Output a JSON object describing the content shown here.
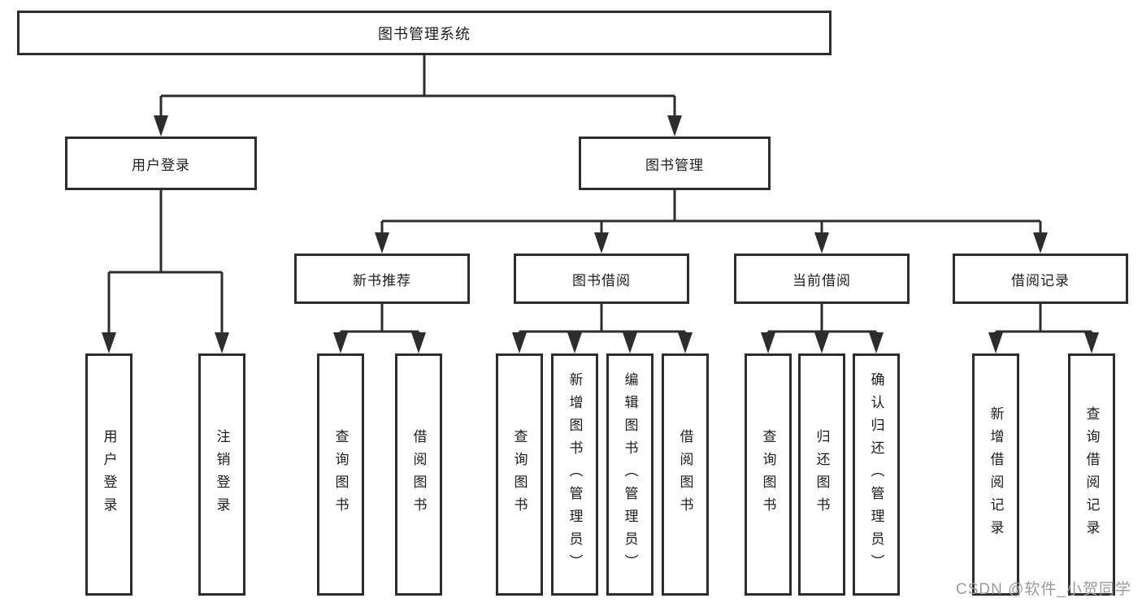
{
  "root": {
    "label": "图书管理系统"
  },
  "branches": [
    {
      "label": "用户登录",
      "children": [
        {
          "label": "用户登录"
        },
        {
          "label": "注销登录"
        }
      ]
    },
    {
      "label": "图书管理",
      "children": [
        {
          "label": "新书推荐",
          "children": [
            {
              "label": "查询图书"
            },
            {
              "label": "借阅图书"
            }
          ]
        },
        {
          "label": "图书借阅",
          "children": [
            {
              "label": "查询图书"
            },
            {
              "label": "新增图书（管理员）"
            },
            {
              "label": "编辑图书（管理员）"
            },
            {
              "label": "借阅图书"
            }
          ]
        },
        {
          "label": "当前借阅",
          "children": [
            {
              "label": "查询图书"
            },
            {
              "label": "归还图书"
            },
            {
              "label": "确认归还（管理员）"
            }
          ]
        },
        {
          "label": "借阅记录",
          "children": [
            {
              "label": "新增借阅记录"
            },
            {
              "label": "查询借阅记录"
            }
          ]
        }
      ]
    }
  ],
  "watermark": {
    "text": "CSDN @软件_小贺同学"
  },
  "colors": {
    "line": "#2d2d2d",
    "box_border": "#2d2d2d",
    "text": "#1c1c1c",
    "watermark": "#9b9b9b",
    "background": "#ffffff"
  }
}
